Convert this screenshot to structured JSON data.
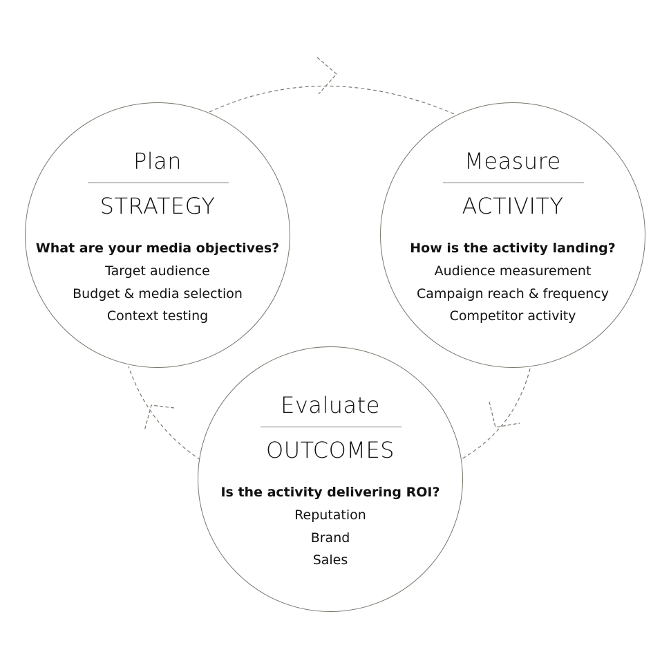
{
  "colors": {
    "stroke": "#7a766c",
    "text": "#111111",
    "background": "#ffffff"
  },
  "nodes": {
    "plan": {
      "title": "Plan",
      "subtitle": "STRATEGY",
      "question": "What are your media objectives?",
      "items": [
        "Target audience",
        "Budget & media selection",
        "Context testing"
      ]
    },
    "measure": {
      "title": "Measure",
      "subtitle": "ACTIVITY",
      "question": "How is the activity landing?",
      "items": [
        "Audience measurement",
        "Campaign reach & frequency",
        "Competitor activity"
      ]
    },
    "evaluate": {
      "title": "Evaluate",
      "subtitle": "OUTCOMES",
      "question": "Is the activity delivering ROI?",
      "items": [
        "Reputation",
        "Brand",
        "Sales"
      ]
    }
  },
  "connectors": [
    {
      "from": "plan",
      "to": "measure",
      "style": "dashed",
      "arrowhead": "chevron"
    },
    {
      "from": "measure",
      "to": "evaluate",
      "style": "dashed",
      "arrowhead": "chevron"
    },
    {
      "from": "evaluate",
      "to": "plan",
      "style": "dashed",
      "arrowhead": "chevron"
    }
  ]
}
